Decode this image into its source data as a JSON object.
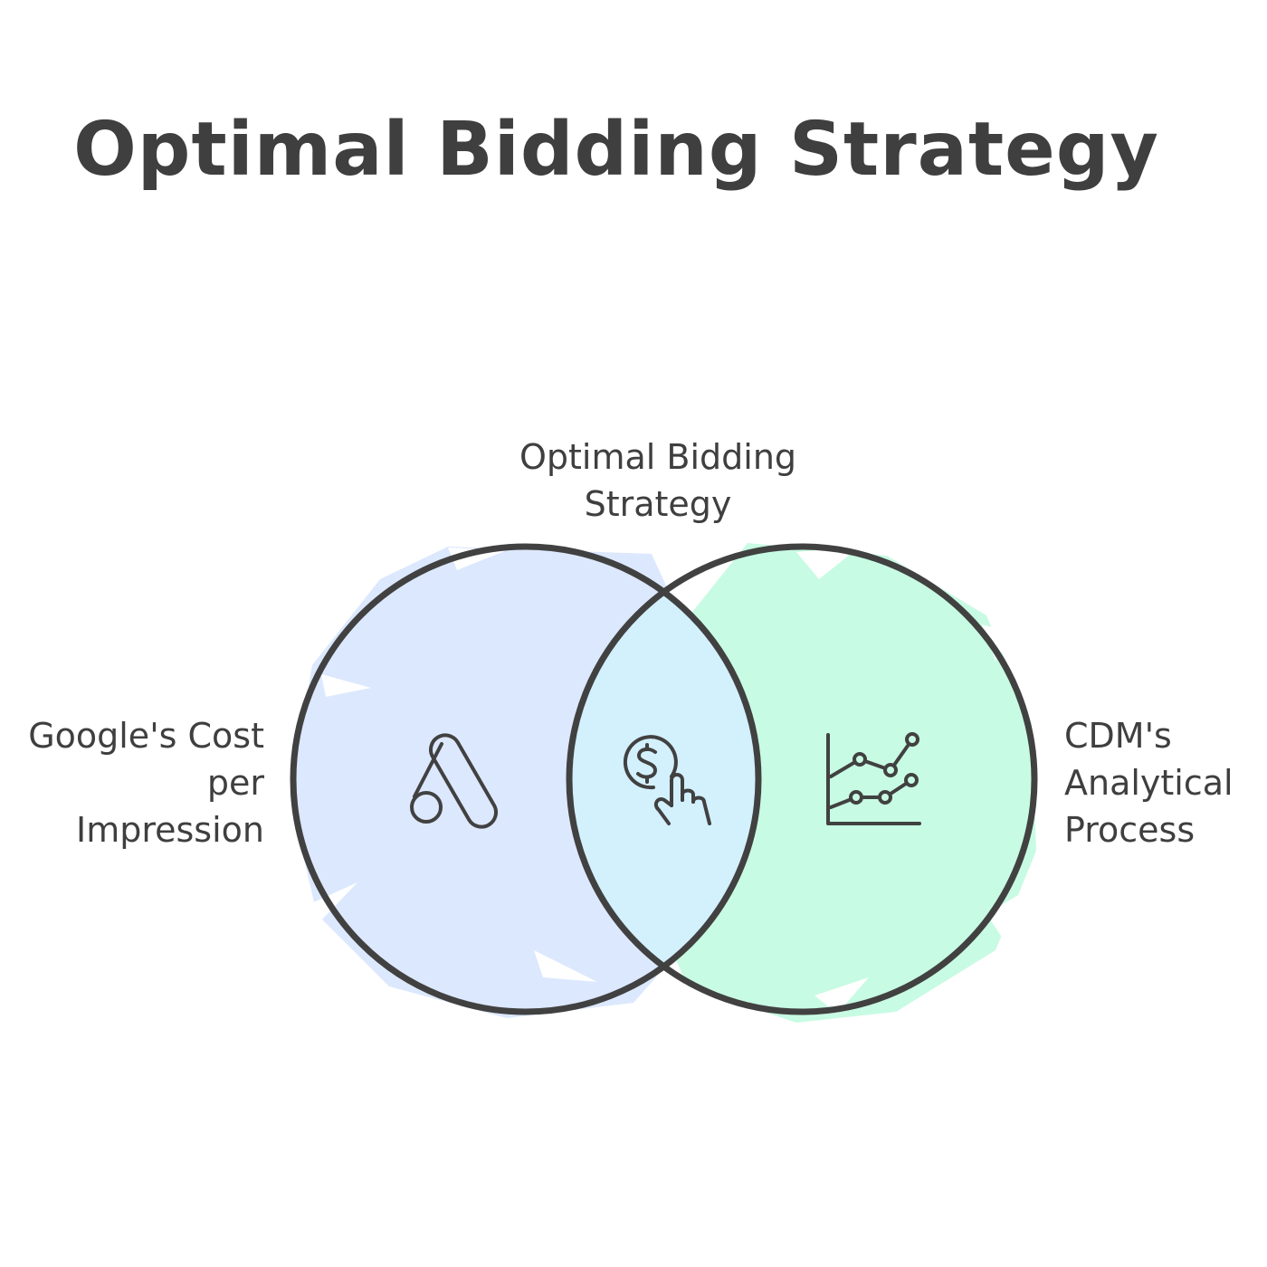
{
  "title": "Optimal Bidding Strategy",
  "colors": {
    "left_fill": "#dce8fd",
    "right_fill": "#c8fbe3",
    "overlap_fill": "#d3f0fd",
    "stroke": "#414141",
    "text": "#3f3f3f"
  },
  "venn": {
    "left": {
      "label": "Google's Cost\nper\nImpression",
      "icon": "google-ads-icon"
    },
    "right": {
      "label": "CDM's\nAnalytical\nProcess",
      "icon": "line-chart-icon"
    },
    "intersection": {
      "label": "Optimal Bidding\nStrategy",
      "icon": "dollar-coin-hand-icon"
    }
  }
}
